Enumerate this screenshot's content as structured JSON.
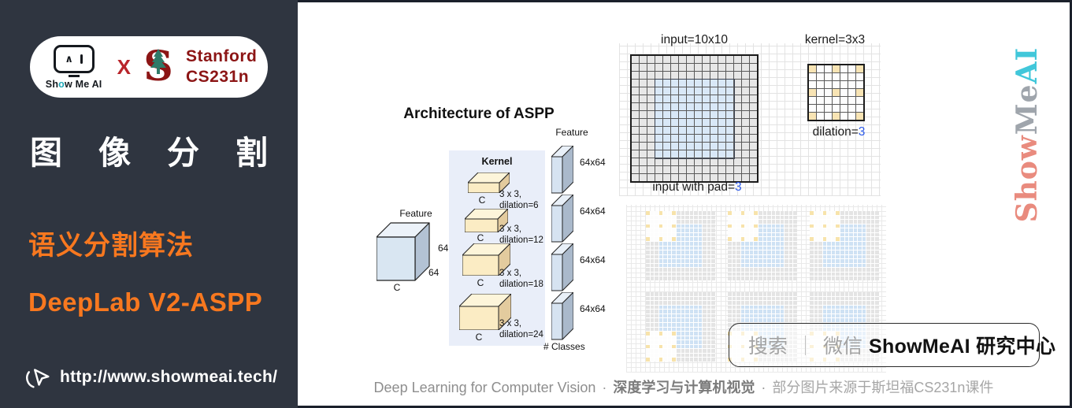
{
  "sidebar": {
    "accent": "#f8781f",
    "bg": "#2f3540",
    "logo": {
      "robot_label_1": "Sh",
      "robot_label_o": "o",
      "robot_label_2": "w Me AI",
      "x": "X",
      "s": "S",
      "stanford_line1": "Stanford",
      "stanford_line2": "CS231n"
    },
    "title_chars": [
      "图",
      "像",
      "分",
      "割"
    ],
    "subtitle1": "语义分割算法",
    "subtitle2": "DeepLab V2-ASPP",
    "url": "http://www.showmeai.tech/"
  },
  "main": {
    "aspp": {
      "title": "Architecture of ASPP",
      "input_cube": {
        "label": "Feature",
        "dim_right": "64",
        "dim_bottom": "64",
        "channel": "C"
      },
      "kernel_panel": {
        "title": "Kernel",
        "kernels": [
          {
            "channel": "C",
            "line1": "3 x 3,",
            "line2": "dilation=6"
          },
          {
            "channel": "C",
            "line1": "3 x 3,",
            "line2": "dilation=12"
          },
          {
            "channel": "C",
            "line1": "3 x 3,",
            "line2": "dilation=18"
          },
          {
            "channel": "C",
            "line1": "3 x 3,",
            "line2": "dilation=24"
          }
        ]
      },
      "output_stack": {
        "label": "Feature",
        "maps": [
          "64x64",
          "64x64",
          "64x64",
          "64x64"
        ],
        "bottom_label": "# Classes"
      }
    },
    "dilation_demo": {
      "input_label": "input=10x10",
      "kernel_label": "kernel=3x3",
      "dilation_prefix": "dilation=",
      "dilation_value": "3",
      "pad_prefix": "input with pad=",
      "pad_value": "3",
      "grid": {
        "size": 16,
        "pad": 3,
        "inner": 10
      },
      "kernel_grid": {
        "size": 7,
        "taps": [
          0,
          3,
          6
        ]
      }
    },
    "frames": {
      "grid_size": 16,
      "kernel_span": 7,
      "panels": [
        {
          "kernel": "top-left"
        },
        {
          "kernel": "top-left"
        },
        {
          "kernel": "top-left"
        },
        {
          "kernel": "bottom-left"
        },
        {
          "kernel": "bottom-left"
        },
        {
          "kernel": "bottom-left"
        }
      ]
    },
    "search_box": {
      "search": "搜索",
      "sep": "｜",
      "wechat": "微信",
      "brand": "ShowMeAI 研究中心"
    },
    "watermark": {
      "part1": "Show",
      "part2": "Me",
      "part3": "AI"
    },
    "footer": {
      "en": "Deep Learning for Computer Vision",
      "dot": "·",
      "zh_bold": "深度学习与计算机视觉",
      "credit": "部分图片来源于斯坦福CS231n课件"
    }
  }
}
